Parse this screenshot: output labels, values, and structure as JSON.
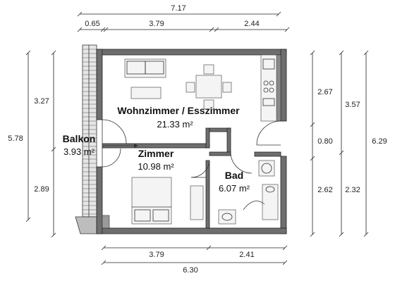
{
  "plan": {
    "top_dims": {
      "total": "7.17",
      "seg1": "0.65",
      "seg2": "3.79",
      "seg3": "2.44"
    },
    "bottom_dims": {
      "seg1": "3.79",
      "seg2": "2.41",
      "total": "6.30"
    },
    "left_dims": {
      "upper": "3.27",
      "total": "5.78",
      "lower": "2.89"
    },
    "right_dims": {
      "inner_top": "2.67",
      "inner_mid": "0.80",
      "inner_bottom": "2.62",
      "outer_top": "3.57",
      "outer_bottom": "2.32",
      "total": "6.29"
    },
    "rooms": [
      {
        "name": "Wohnzimmer / Esszimmer",
        "area": "21.33 m²"
      },
      {
        "name": "Balkon",
        "area": "3.93 m²"
      },
      {
        "name": "Zimmer",
        "area": "10.98 m²"
      },
      {
        "name": "Bad",
        "area": "6.07 m²"
      }
    ]
  }
}
